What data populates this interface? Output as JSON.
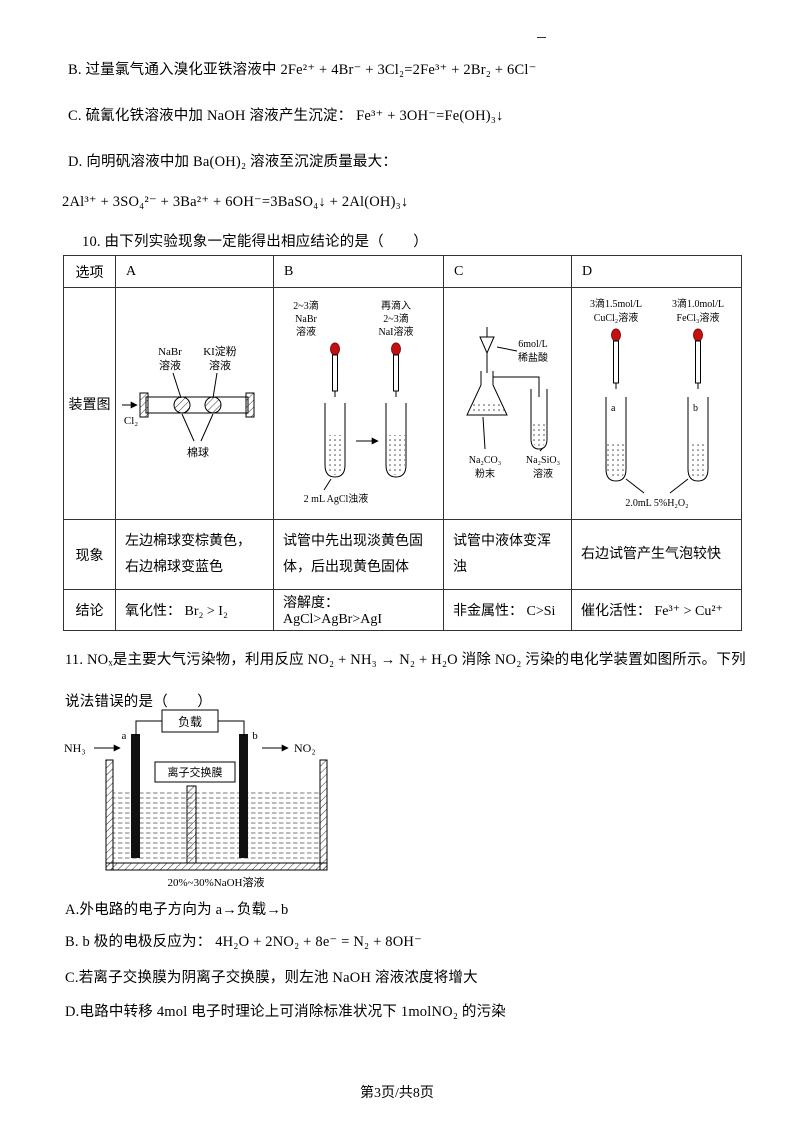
{
  "page": {
    "footer": "第3页/共8页"
  },
  "prev_question": {
    "option_b": "B. 过量氯气通入溴化亚铁溶液中 2Fe²⁺ + 4Br⁻ + 3Cl₂=2Fe³⁺ + 2Br₂ + 6Cl⁻",
    "option_c": "C. 硫氰化铁溶液中加 NaOH 溶液产生沉淀：  Fe³⁺ + 3OH⁻=Fe(OH)₃↓",
    "option_d": "D. 向明矾溶液中加 Ba(OH)₂ 溶液至沉淀质量最大：",
    "option_d_equation": "2Al³⁺ + 3SO₄²⁻ + 3Ba²⁺ + 6OH⁻=3BaSO₄↓ + 2Al(OH)₃↓"
  },
  "q10": {
    "title": "10. 由下列实验现象一定能得出相应结论的是（　　）",
    "table": {
      "col_headers": [
        "选项",
        "A",
        "B",
        "C",
        "D"
      ],
      "row_labels": {
        "device": "装置图",
        "phenomenon": "现象",
        "conclusion": "结论"
      },
      "phenomena": {
        "a": "左边棉球变棕黄色，右边棉球变蓝色",
        "b": "试管中先出现淡黄色固体，后出现黄色固体",
        "c": "试管中液体变浑浊",
        "d": "右边试管产生气泡较快"
      },
      "conclusions": {
        "a": "氧化性：  Br₂ > I₂",
        "b": "溶解度：  AgCl>AgBr>AgI",
        "c": "非金属性：  C>Si",
        "d": "催化活性：  Fe³⁺ > Cu²⁺"
      },
      "device_a": {
        "cl2": "Cl₂",
        "nabr_1": "NaBr",
        "nabr_2": "溶液",
        "ki_1": "KI淀粉",
        "ki_2": "溶液",
        "cotton": "棉球"
      },
      "device_b": {
        "drop1_1": "2~3滴",
        "drop1_2": "NaBr",
        "drop1_3": "溶液",
        "drop2_1": "再滴入",
        "drop2_2": "2~3滴",
        "drop2_3": "NaI溶液",
        "bottom": "2 mL AgCl浊液"
      },
      "device_c": {
        "acid_1": "6mol/L",
        "acid_2": "稀盐酸",
        "powder_1": "Na₂CO₃",
        "powder_2": "粉末",
        "solution_1": "Na₂SiO₃",
        "solution_2": "溶液"
      },
      "device_d": {
        "left_1": "3滴1.5mol/L",
        "left_2": "CuCl₂溶液",
        "right_1": "3滴1.0mol/L",
        "right_2": "FeCl₃溶液",
        "tube_a": "a",
        "tube_b": "b",
        "bottom": "2.0mL 5%H₂O₂"
      }
    }
  },
  "q11": {
    "stem_line1": "11. NOₓ是主要大气污染物，利用反应 NO₂ + NH₃ → N₂ + H₂O 消除 NO₂ 污染的电化学装置如图所示。下列",
    "stem_line2": "说法错误的是（　　）",
    "diagram": {
      "load": "负载",
      "nh3": "NH₃",
      "no2": "NO₂",
      "electrode_a": "a",
      "electrode_b": "b",
      "membrane": "离子交换膜",
      "solution": "20%~30%NaOH溶液"
    },
    "options": {
      "a": "A.外电路的电子方向为 a→负载→b",
      "b": "B. b 极的电极反应为：  4H₂O + 2NO₂ + 8e⁻ = N₂ + 8OH⁻",
      "c": "C.若离子交换膜为阴离子交换膜，则左池 NaOH 溶液浓度将增大",
      "d": "D.电路中转移 4mol 电子时理论上可消除标准状况下 1molNO₂ 的污染"
    }
  }
}
